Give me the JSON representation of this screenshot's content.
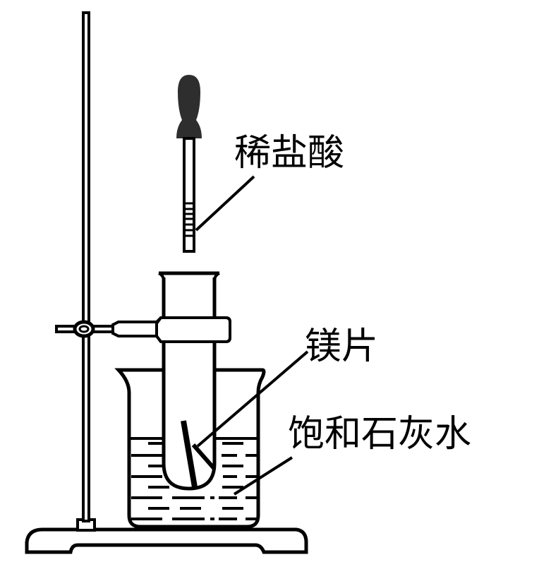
{
  "diagram": {
    "title": "",
    "labels": {
      "dilute_hcl": "稀盐酸",
      "magnesium_strip": "镁片",
      "limewater": "饱和石灰水"
    },
    "components": [
      "iron-stand",
      "clamp",
      "dropper",
      "test-tube",
      "beaker",
      "magnesium-strip",
      "saturated-limewater"
    ],
    "colors": {
      "stroke": "#000000",
      "dropper_bulb": "#2e2e2e",
      "background": "#ffffff"
    }
  }
}
